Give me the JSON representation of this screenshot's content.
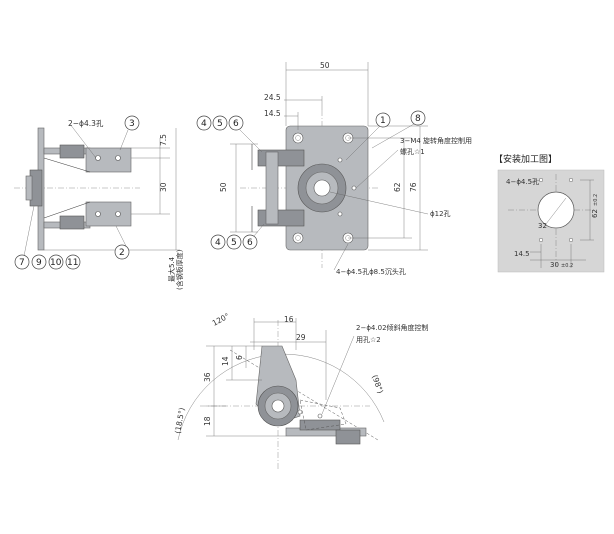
{
  "callouts": {
    "c1": "1",
    "c2": "2",
    "c3": "3",
    "c4": "4",
    "c5": "5",
    "c6": "6",
    "c7": "7",
    "c8": "8",
    "c9": "9",
    "c10": "10",
    "c11": "11"
  },
  "side_view": {
    "hole_note": "2−ϕ4.3孔",
    "dim_7_5": "7.5",
    "dim_30": "30",
    "vertical_note_1": "最大5.4",
    "vertical_note_2": "(含钢板厚度)"
  },
  "front_view": {
    "dim_50": "50",
    "dim_24_5": "24.5",
    "dim_14_5": "14.5",
    "dim_50_left": "50",
    "dim_62": "62",
    "dim_76": "76",
    "note_m4_line1": "3−M4 旋转角度控制用",
    "note_m4_line2": "螺孔☆1",
    "note_12": "ϕ12孔",
    "note_bottom": "4−ϕ4.5孔ϕ8.5沉头孔"
  },
  "install_panel": {
    "title": "【安装加工图】",
    "hole_note": "4−ϕ4.5孔",
    "dim_32": "32",
    "dim_62": "62",
    "dim_62_tol": "±0.2",
    "dim_14_5": "14.5",
    "dim_30": "30",
    "dim_30_tol": "±0.2",
    "bg_color": "#d6d6d6"
  },
  "tilt_view": {
    "angle_120": "120°",
    "angle_98": "(98°)",
    "angle_18_5": "(18.5°)",
    "dim_16": "16",
    "dim_14": "14",
    "dim_6": "6",
    "dim_29": "29",
    "dim_36": "36",
    "dim_18": "18",
    "note_line1": "2−ϕ4.02倾斜角度控制",
    "note_line2": "用孔☆2"
  }
}
